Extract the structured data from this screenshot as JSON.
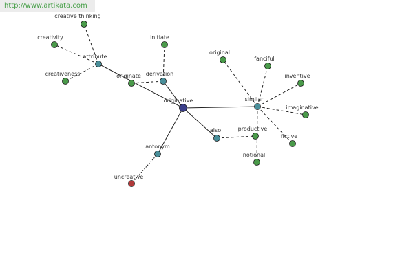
{
  "header": {
    "url": "http://www.artikata.com"
  },
  "colors": {
    "center": "#3b3f8a",
    "relation": "#4a8f9a",
    "word": "#4a9a4a",
    "antonym_word": "#b03a3a",
    "edge": "#222222"
  },
  "nodes": [
    {
      "id": "originative",
      "label": "originative",
      "kind": "center"
    },
    {
      "id": "attribute",
      "label": "attribute",
      "kind": "relation"
    },
    {
      "id": "derivation",
      "label": "derivation",
      "kind": "relation"
    },
    {
      "id": "similar",
      "label": "similar",
      "kind": "relation"
    },
    {
      "id": "also",
      "label": "also",
      "kind": "relation"
    },
    {
      "id": "antonym",
      "label": "antonym",
      "kind": "relation"
    },
    {
      "id": "creative-thinking",
      "label": "creative thinking",
      "kind": "word"
    },
    {
      "id": "creativity",
      "label": "creativity",
      "kind": "word"
    },
    {
      "id": "creativeness",
      "label": "creativeness",
      "kind": "word"
    },
    {
      "id": "originate",
      "label": "originate",
      "kind": "word"
    },
    {
      "id": "initiate",
      "label": "initiate",
      "kind": "word"
    },
    {
      "id": "original",
      "label": "original",
      "kind": "word"
    },
    {
      "id": "fanciful",
      "label": "fanciful",
      "kind": "word"
    },
    {
      "id": "inventive",
      "label": "inventive",
      "kind": "word"
    },
    {
      "id": "imaginative",
      "label": "imaginative",
      "kind": "word"
    },
    {
      "id": "fictive",
      "label": "fictive",
      "kind": "word"
    },
    {
      "id": "productive",
      "label": "productive",
      "kind": "word"
    },
    {
      "id": "notional",
      "label": "notional",
      "kind": "word"
    },
    {
      "id": "uncreative",
      "label": "uncreative",
      "kind": "antonym_word"
    }
  ],
  "edges": [
    {
      "from": "originative",
      "to": "attribute",
      "style": "solid"
    },
    {
      "from": "originative",
      "to": "derivation",
      "style": "solid"
    },
    {
      "from": "originative",
      "to": "similar",
      "style": "solid"
    },
    {
      "from": "originative",
      "to": "also",
      "style": "solid"
    },
    {
      "from": "originative",
      "to": "antonym",
      "style": "solid"
    },
    {
      "from": "attribute",
      "to": "creative-thinking",
      "style": "dashed"
    },
    {
      "from": "attribute",
      "to": "creativity",
      "style": "dashed"
    },
    {
      "from": "attribute",
      "to": "creativeness",
      "style": "dashed"
    },
    {
      "from": "derivation",
      "to": "originate",
      "style": "dashed"
    },
    {
      "from": "derivation",
      "to": "initiate",
      "style": "dashed"
    },
    {
      "from": "similar",
      "to": "original",
      "style": "dashed"
    },
    {
      "from": "similar",
      "to": "fanciful",
      "style": "dashed"
    },
    {
      "from": "similar",
      "to": "inventive",
      "style": "dashed"
    },
    {
      "from": "similar",
      "to": "imaginative",
      "style": "dashed"
    },
    {
      "from": "similar",
      "to": "fictive",
      "style": "dashed"
    },
    {
      "from": "similar",
      "to": "notional",
      "style": "dashed"
    },
    {
      "from": "also",
      "to": "productive",
      "style": "dashed"
    },
    {
      "from": "antonym",
      "to": "uncreative",
      "style": "dotted"
    }
  ]
}
